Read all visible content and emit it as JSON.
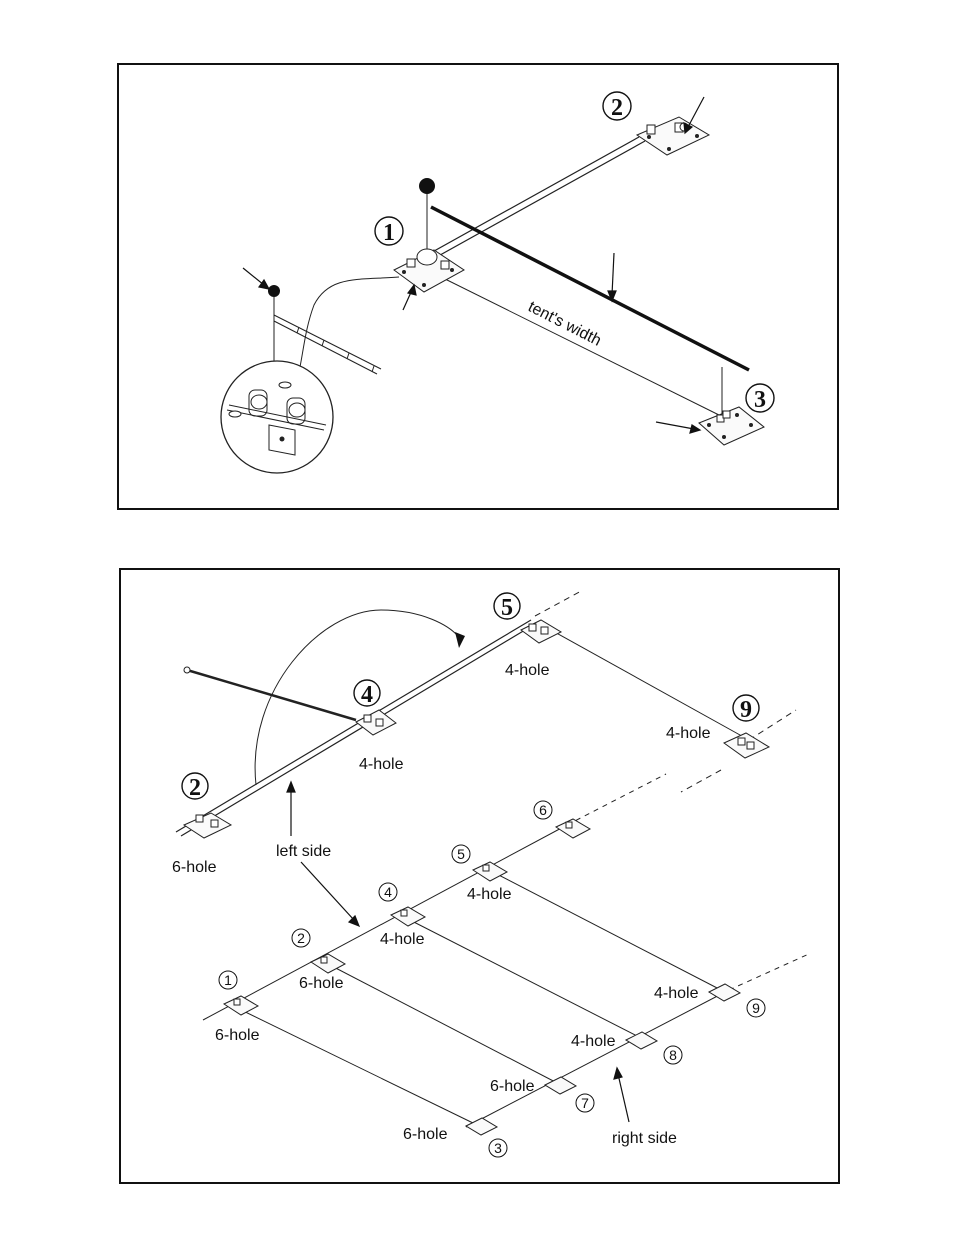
{
  "top_diagram": {
    "width_label": "tent's width",
    "markers": [
      "1",
      "2",
      "3"
    ]
  },
  "bottom_diagram": {
    "upper": {
      "markers": [
        "2",
        "4",
        "5",
        "9"
      ],
      "hole_labels": [
        "6-hole",
        "4-hole",
        "4-hole",
        "4-hole"
      ],
      "side_label": "left side"
    },
    "lower": {
      "left_markers": [
        "1",
        "2",
        "4",
        "5",
        "6"
      ],
      "right_markers": [
        "3",
        "7",
        "8",
        "9"
      ],
      "left_hole_labels": [
        "6-hole",
        "6-hole",
        "4-hole",
        "4-hole"
      ],
      "right_hole_labels": [
        "6-hole",
        "6-hole",
        "4-hole",
        "4-hole"
      ],
      "side_label": "right side"
    }
  }
}
